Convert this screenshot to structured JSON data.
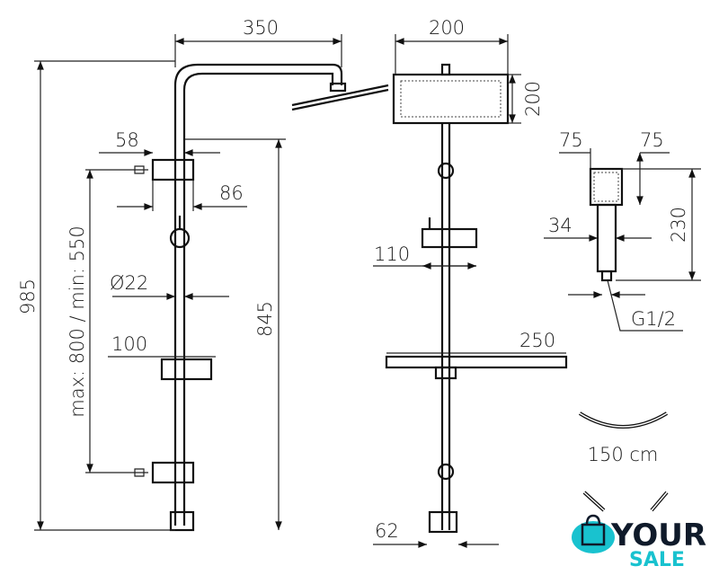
{
  "dimensions": {
    "head_arm_length": "350",
    "head_width_top": "200",
    "head_depth_side": "200",
    "bracket_offset": "58",
    "bracket_width": "86",
    "hand_shower_left": "75",
    "hand_shower_right": "75",
    "hand_shower_handle": "34",
    "hand_shower_length": "230",
    "pipe_diameter": "Ø22",
    "holder_width": "110",
    "total_height": "985",
    "rail_height": "845",
    "bracket_spacing": "max: 800 / min: 550",
    "soap_holder": "100",
    "shelf_width": "250",
    "thread": "G1/2",
    "hose_length": "150 cm",
    "diverter_width": "62"
  },
  "logo": {
    "line1": "YOUR",
    "line2": "SALE",
    "accent": "#19c2cf"
  }
}
